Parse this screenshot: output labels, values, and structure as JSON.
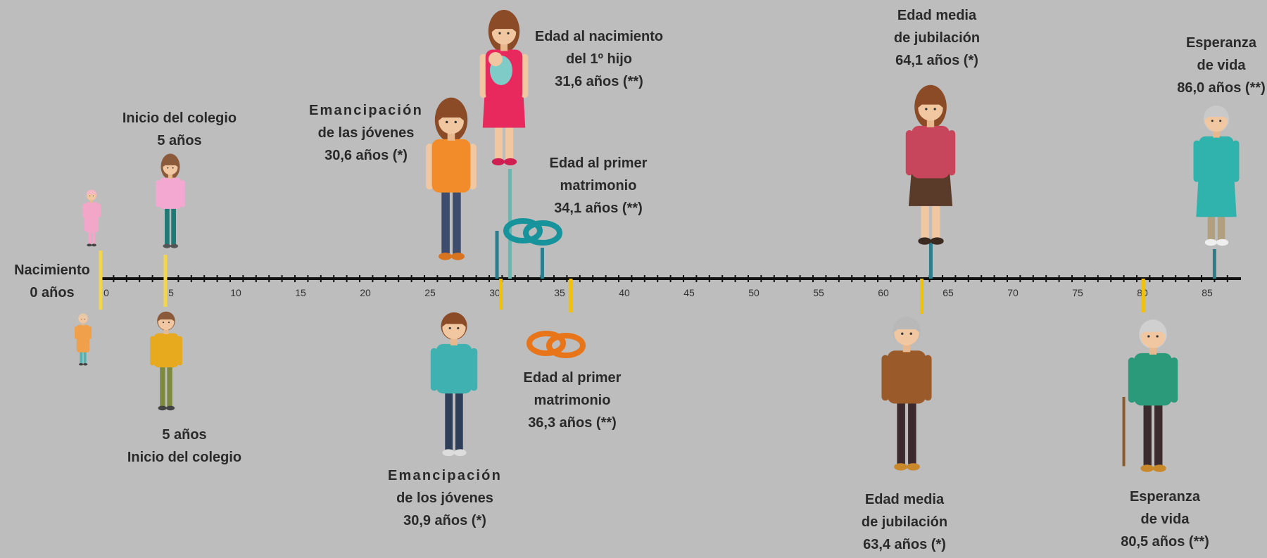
{
  "colors": {
    "background": "#bdbdbd",
    "axis": "#111111",
    "female_marker": "#2e7d8c",
    "male_marker": "#f2c200",
    "birth_marker": "#f2d64a",
    "female_ring": "#17939b",
    "male_ring": "#e8751a"
  },
  "axis": {
    "min": 0,
    "max": 87,
    "tick_labels": [
      "0",
      "5",
      "10",
      "15",
      "20",
      "25",
      "30",
      "35",
      "40",
      "45",
      "50",
      "55",
      "60",
      "65",
      "70",
      "75",
      "80",
      "85"
    ]
  },
  "birth": {
    "lines": [
      "Nacimiento",
      "0 años"
    ],
    "age": 0
  },
  "female": [
    {
      "id": "school",
      "age": 5,
      "lines": [
        "Inicio del colegio",
        "5 años"
      ],
      "figure": "girl-icon"
    },
    {
      "id": "emancipation",
      "age": 30.6,
      "lines": [
        "Emancipación",
        "de las jóvenes",
        "30,6 años (*)"
      ],
      "figure": "young-woman-icon"
    },
    {
      "id": "first-child",
      "age": 31.6,
      "lines": [
        "Edad al nacimiento",
        "del 1º hijo",
        "31,6 años (**)"
      ],
      "figure": "mother-with-baby-icon"
    },
    {
      "id": "marriage",
      "age": 34.1,
      "lines": [
        "Edad al primer",
        "matrimonio",
        "34,1 años (**)"
      ],
      "figure": "wedding-rings-icon"
    },
    {
      "id": "retirement",
      "age": 64.1,
      "lines": [
        "Edad media",
        "de jubilación",
        "64,1 años (*)"
      ],
      "figure": "woman-icon"
    },
    {
      "id": "life-expectancy",
      "age": 86.0,
      "lines": [
        "Esperanza",
        "de vida",
        "86,0 años (**)"
      ],
      "figure": "old-woman-icon"
    }
  ],
  "male": [
    {
      "id": "school",
      "age": 5,
      "lines": [
        "5 años",
        "Inicio del colegio"
      ],
      "figure": "boy-icon"
    },
    {
      "id": "emancipation",
      "age": 30.9,
      "lines": [
        "Emancipación",
        "de los jóvenes",
        "30,9 años (*)"
      ],
      "figure": "young-man-icon"
    },
    {
      "id": "marriage",
      "age": 36.3,
      "lines": [
        "Edad al primer",
        "matrimonio",
        "36,3 años (**)"
      ],
      "figure": "wedding-rings-icon"
    },
    {
      "id": "retirement",
      "age": 63.4,
      "lines": [
        "Edad media",
        "de jubilación",
        "63,4 años (*)"
      ],
      "figure": "man-icon"
    },
    {
      "id": "life-expectancy",
      "age": 80.5,
      "lines": [
        "Esperanza",
        "de vida",
        "80,5 años (**)"
      ],
      "figure": "old-man-icon"
    }
  ]
}
